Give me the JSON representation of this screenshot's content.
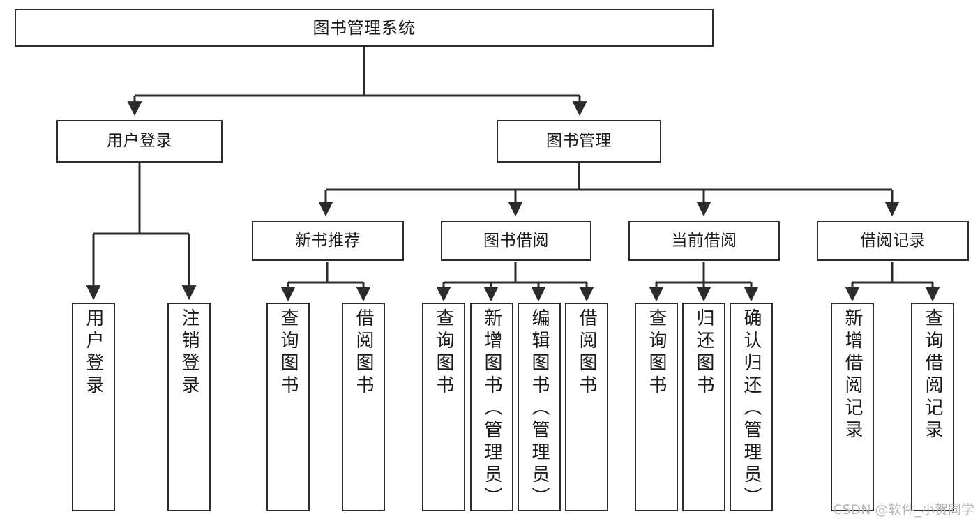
{
  "diagram": {
    "title": "图书管理系统",
    "watermark": "CSDN @软件_小贺同学",
    "colors": {
      "box_border": "#2b2b2b",
      "box_fill": "#ffffff",
      "edge": "#2b2b2b",
      "text": "#1a1a1a",
      "watermark": "#b6b6b6",
      "canvas": "#ffffff"
    },
    "root": {
      "label": "图书管理系统"
    },
    "level2": [
      {
        "label": "用户登录"
      },
      {
        "label": "图书管理"
      }
    ],
    "level3": [
      {
        "label": "新书推荐"
      },
      {
        "label": "图书借阅"
      },
      {
        "label": "当前借阅"
      },
      {
        "label": "借阅记录"
      }
    ],
    "leaves": {
      "user_login": [
        {
          "label": "用户登录"
        },
        {
          "label": "注销登录"
        }
      ],
      "new_book_recommend": [
        {
          "label": "查询图书"
        },
        {
          "label": "借阅图书"
        }
      ],
      "book_borrow": [
        {
          "label": "查询图书"
        },
        {
          "label": "新增图书（管理员）"
        },
        {
          "label": "编辑图书（管理员）"
        },
        {
          "label": "借阅图书"
        }
      ],
      "current_borrow": [
        {
          "label": "查询图书"
        },
        {
          "label": "归还图书"
        },
        {
          "label": "确认归还（管理员）"
        }
      ],
      "borrow_record": [
        {
          "label": "新增借阅记录"
        },
        {
          "label": "查询借阅记录"
        }
      ]
    }
  }
}
